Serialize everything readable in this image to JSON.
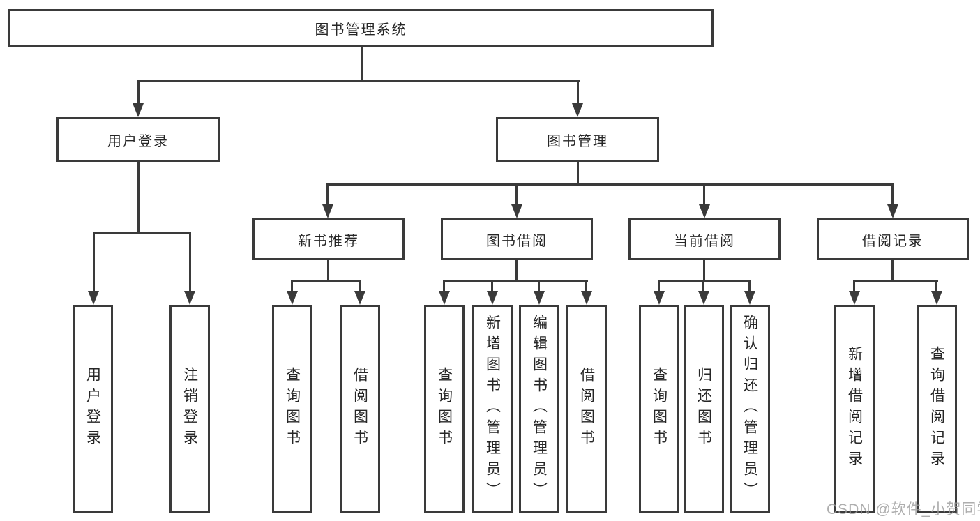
{
  "diagram": {
    "root": "图书管理系统",
    "level2": {
      "user_login": "用户登录",
      "book_mgmt": "图书管理"
    },
    "level3": {
      "new_books": "新书推荐",
      "book_borrow": "图书借阅",
      "current_borrow": "当前借阅",
      "borrow_records": "借阅记录"
    },
    "leaves": {
      "user_login": [
        "用户登录",
        "注销登录"
      ],
      "new_books": [
        "查询图书",
        "借阅图书"
      ],
      "book_borrow": [
        "查询图书",
        "新增图书（管理员）",
        "编辑图书（管理员）",
        "借阅图书"
      ],
      "current_borrow": [
        "查询图书",
        "归还图书",
        "确认归还（管理员）"
      ],
      "borrow_records": [
        "新增借阅记录",
        "查询借阅记录"
      ]
    }
  },
  "watermark": "CSDN @软件_小贺同学",
  "colors": {
    "line": "#3a3a3a",
    "text": "#262626",
    "watermark": "#9a9a9a",
    "background": "#ffffff"
  }
}
